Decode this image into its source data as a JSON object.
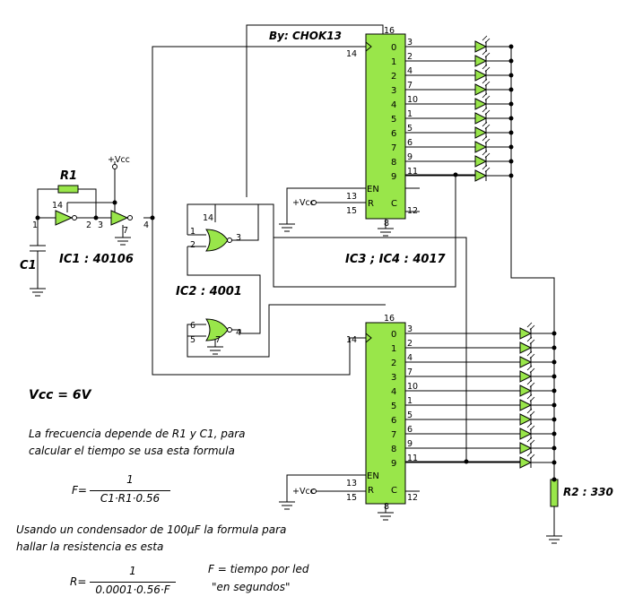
{
  "author": "By: CHOK13",
  "labels": {
    "r1": "R1",
    "c1": "C1",
    "r2": "R2 : 330",
    "ic1": "IC1 : 40106",
    "ic2": "IC2 : 4001",
    "ic34": "IC3 ; IC4 : 4017",
    "vcc": "+Vcc",
    "vcc_small": "+Vcc"
  },
  "counter": {
    "outputs": [
      "0",
      "1",
      "2",
      "3",
      "4",
      "5",
      "6",
      "7",
      "8",
      "9"
    ],
    "output_pins": [
      "3",
      "2",
      "4",
      "7",
      "10",
      "1",
      "5",
      "6",
      "9",
      "11"
    ],
    "clk_pin": "14",
    "vdd_pin": "16",
    "en_label": "EN",
    "en_pin": "13",
    "r_label": "R",
    "r_pin": "15",
    "c_label": "C",
    "c_pin": "12",
    "gnd_pin": "8"
  },
  "ic1_pins": {
    "p1": "1",
    "p2": "2",
    "p3": "3",
    "p4": "4",
    "p7": "7",
    "p14": "14"
  },
  "ic2_pins": {
    "a_in1": "1",
    "a_in2": "2",
    "a_out": "3",
    "a_vdd": "14",
    "b_in1": "6",
    "b_in2": "5",
    "b_out": "4",
    "b_gnd": "7"
  },
  "notes": {
    "vcc": "Vcc = 6V",
    "freq_line1": "La frecuencia depende de R1 y C1, para",
    "freq_line2": "calcular el tiempo se usa esta formula",
    "f_lhs": "F=",
    "f_num": "1",
    "f_den": "C1·R1·0.56",
    "cap_line1": "Usando un condensador de 100µF  la formula para",
    "cap_line2": "hallar la resistencia es esta",
    "r_lhs": "R=",
    "r_num": "1",
    "r_den": "0.0001·0.56·F",
    "f_def1": "F = tiempo por led",
    "f_def2": "\"en segundos\""
  },
  "colors": {
    "ic_fill": "#99e64a",
    "wire": "#000000",
    "resistor_fill": "#99e64a"
  }
}
